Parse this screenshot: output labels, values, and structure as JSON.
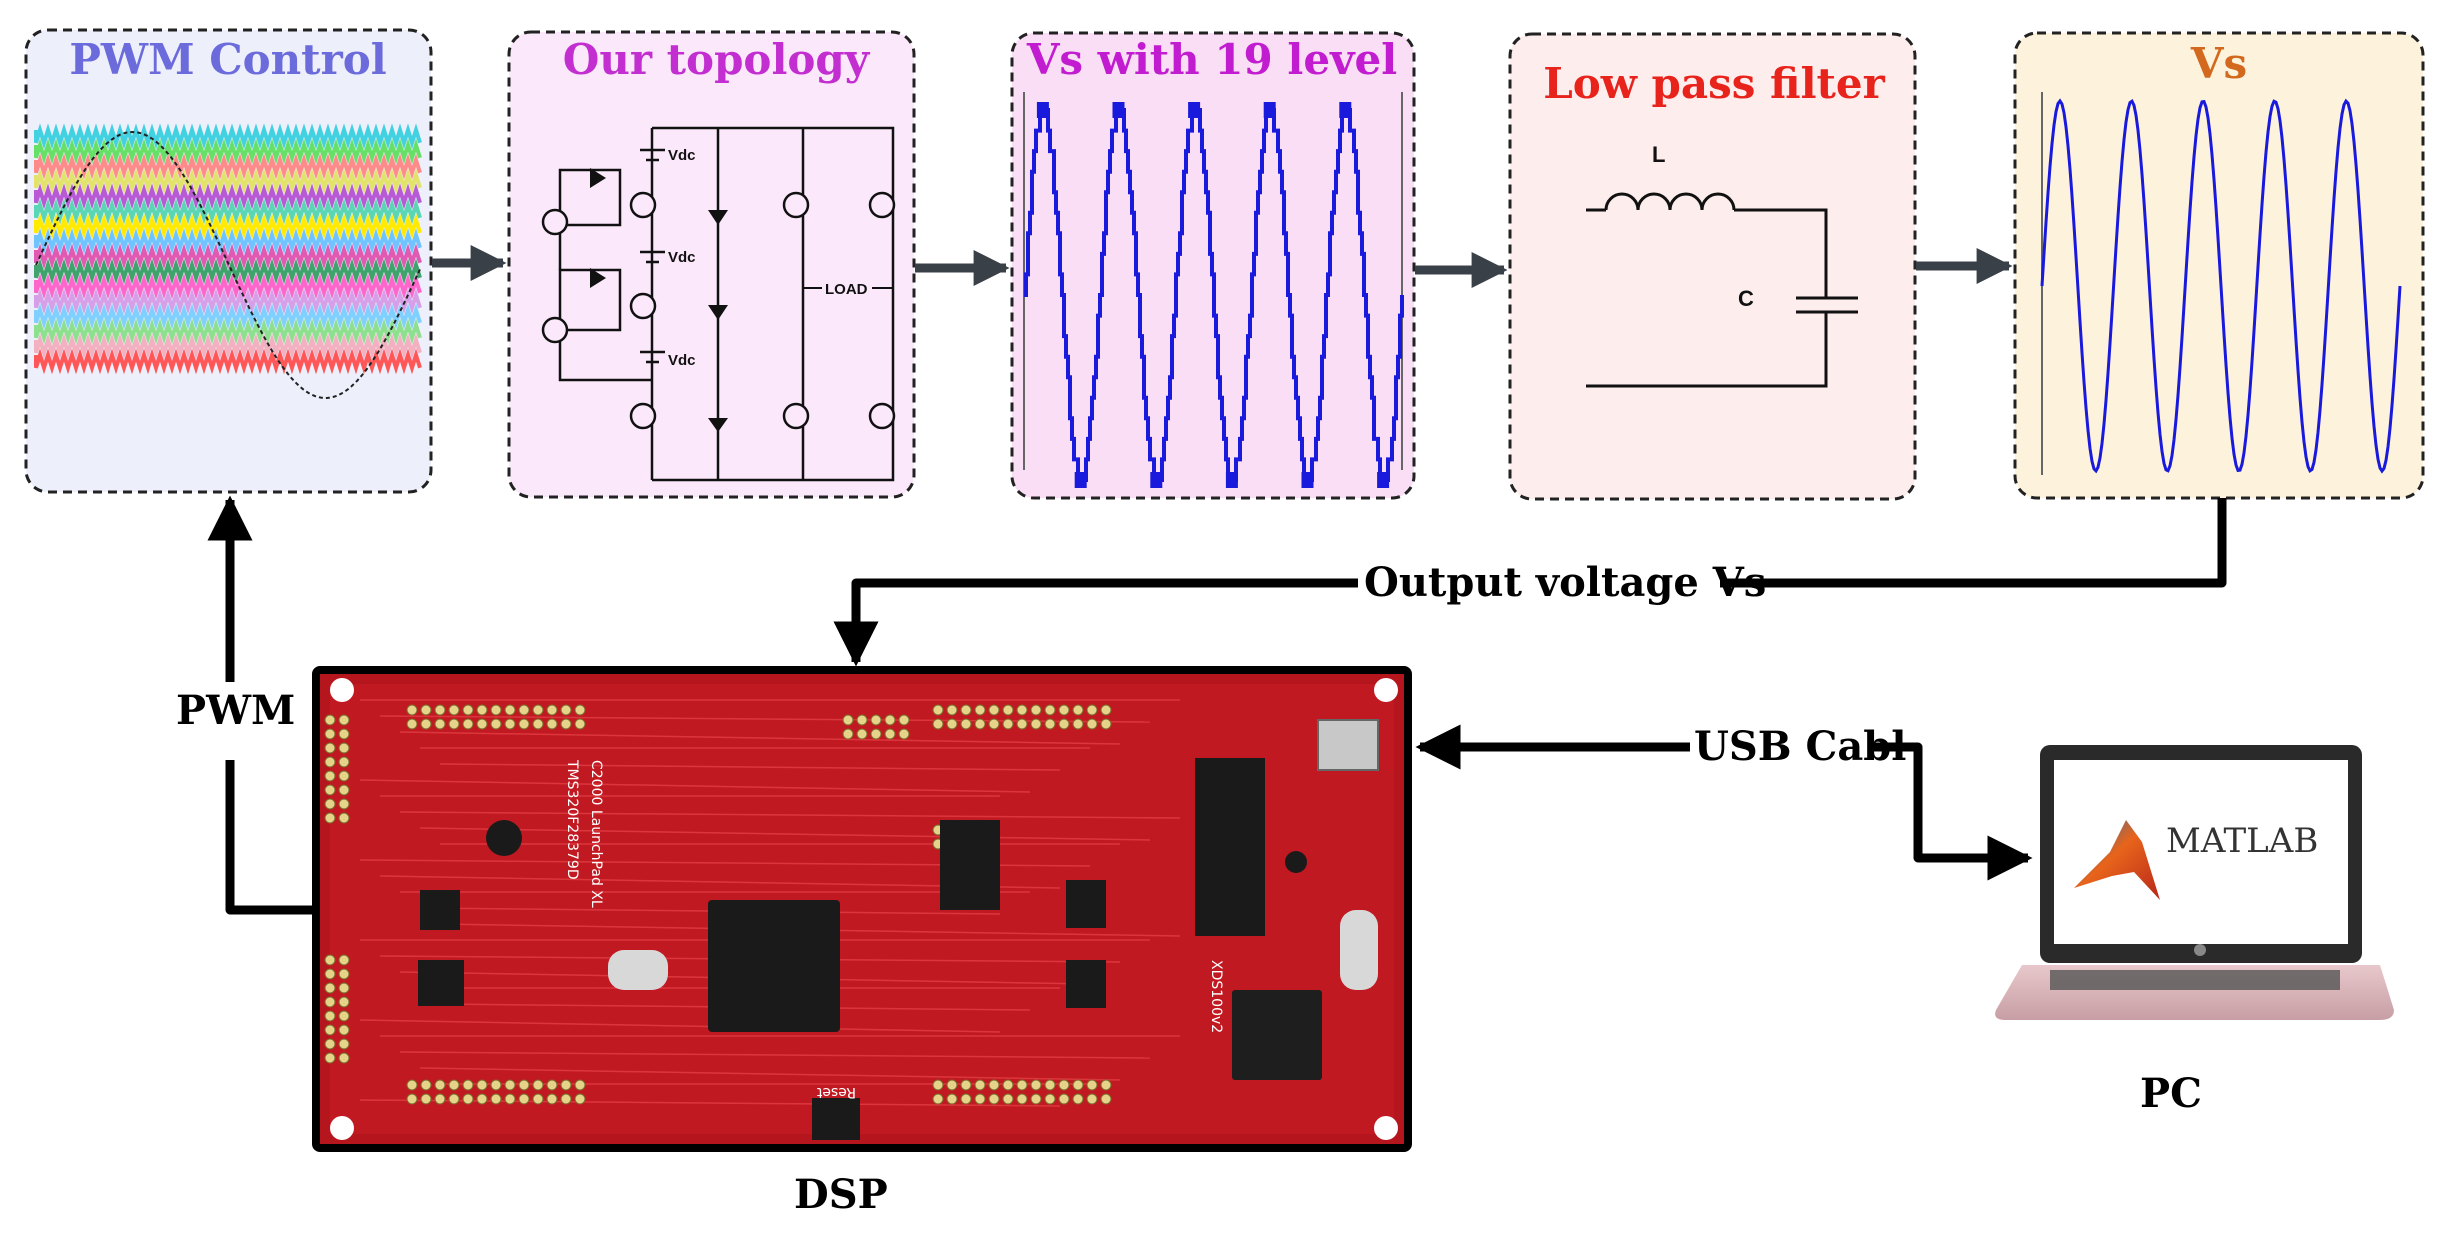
{
  "blocks": {
    "pwm": {
      "title": "PWM Control",
      "color": "#6b6bdc",
      "bg": "#edf0fb"
    },
    "topology": {
      "title": "Our topology",
      "color": "#c22ed0",
      "bg": "#fbe9fb",
      "vdc1": "Vdc",
      "vdc2": "Vdc",
      "vdc3": "Vdc",
      "load": "LOAD"
    },
    "level": {
      "title": "Vs with 19 level",
      "color": "#c21cd0",
      "bg": "#f9def5"
    },
    "filter": {
      "title": "Low pass filter",
      "color": "#e8231b",
      "bg": "#fdeded",
      "inductor": "L",
      "capacitor": "C"
    },
    "vs": {
      "title": "Vs",
      "color": "#d2691e",
      "bg": "#fdf3dc"
    }
  },
  "labels": {
    "feedback": "Output voltage Vs",
    "pwm": "PWM",
    "usb": "USB Cabl",
    "dsp": "DSP",
    "pc": "PC"
  },
  "laptop": {
    "app": "MATLAB"
  },
  "board": {
    "model": "C2000 LaunchPad XL",
    "chip": "TMS320F28379D",
    "debugger": "XDS100v2",
    "reset": "Reset"
  }
}
